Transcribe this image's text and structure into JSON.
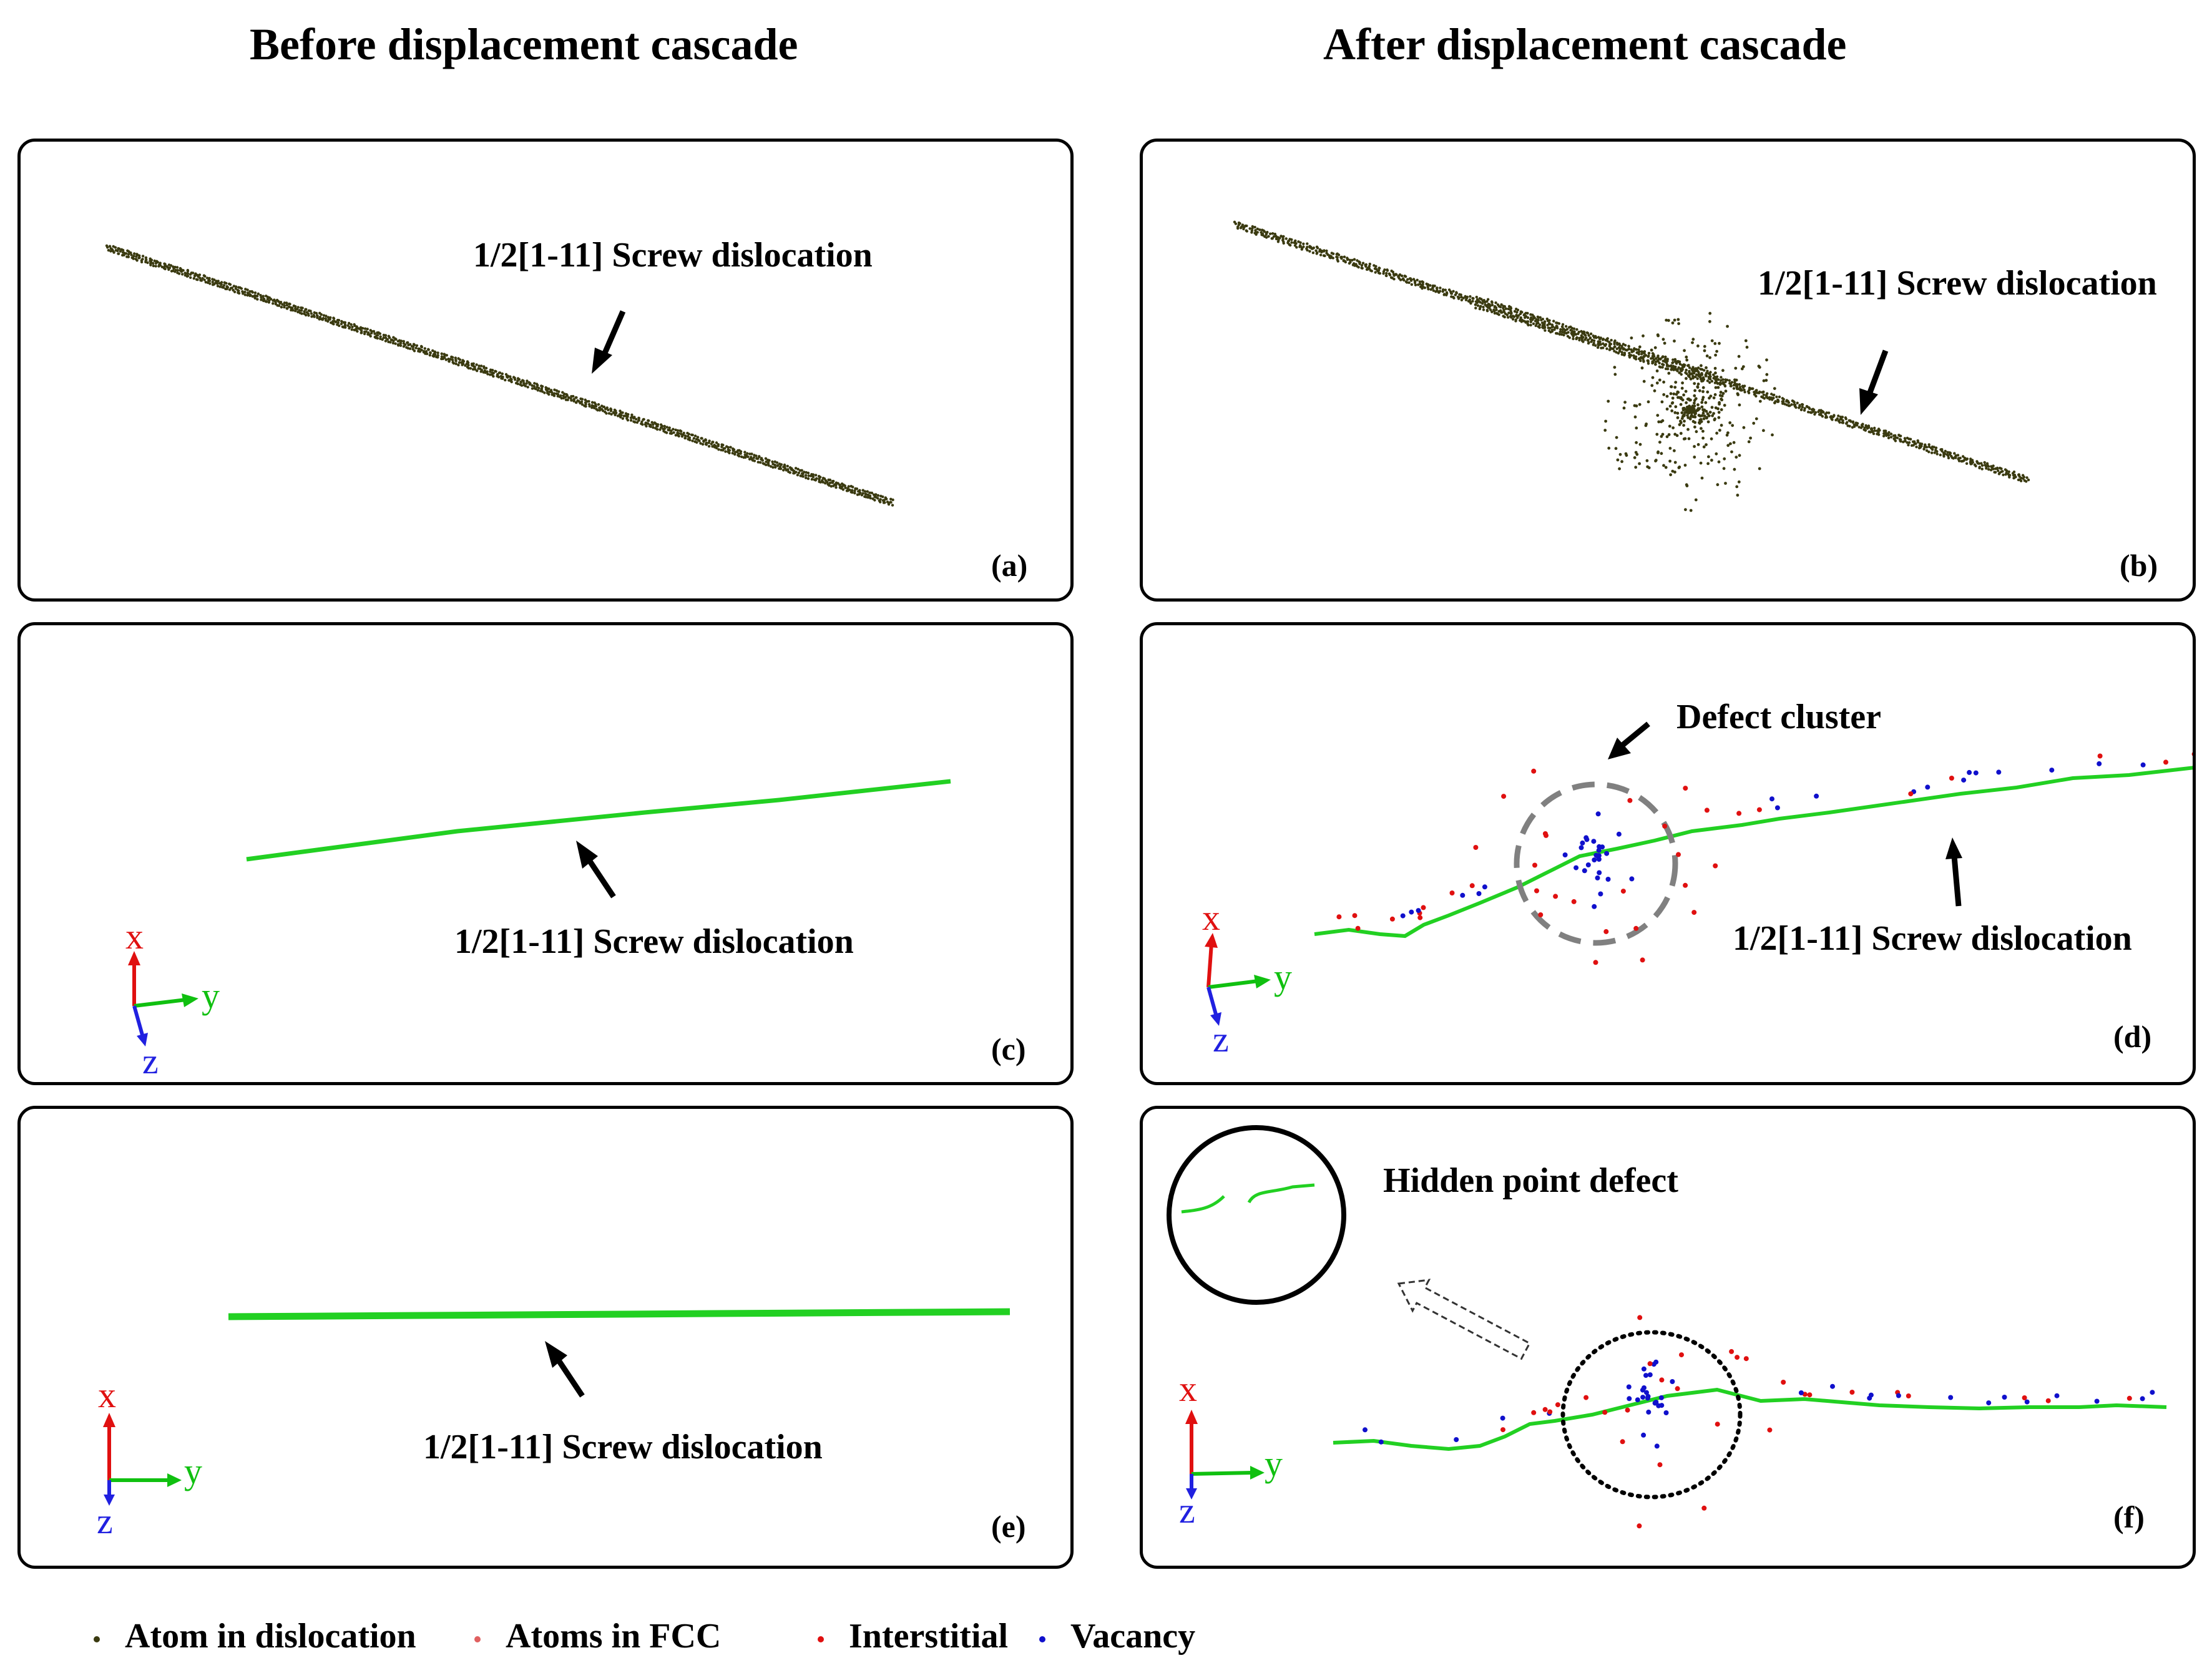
{
  "columns": {
    "left": "Before displacement cascade",
    "right": "After displacement cascade"
  },
  "panels": {
    "a": {
      "label": "(a)",
      "annotation": "1/2[1-11] Screw dislocation"
    },
    "b": {
      "label": "(b)",
      "annotation": "1/2[1-11] Screw dislocation"
    },
    "c": {
      "label": "(c)",
      "annotation": "1/2[1-11] Screw dislocation"
    },
    "d": {
      "label": "(d)",
      "annotation": "1/2[1-11] Screw dislocation",
      "cluster_label": "Defect cluster"
    },
    "e": {
      "label": "(e)",
      "annotation": "1/2[1-11] Screw dislocation"
    },
    "f": {
      "label": "(f)",
      "annotation": "Hidden point defect"
    }
  },
  "axes": {
    "x": "x",
    "y": "y",
    "z": "z"
  },
  "legend": [
    {
      "label": "Atom in dislocation",
      "color": "#3a3a10"
    },
    {
      "label": "Atoms in FCC",
      "color": "#e06060"
    },
    {
      "label": "Interstitial",
      "color": "#e01010"
    },
    {
      "label": "Vacancy",
      "color": "#1010cc"
    }
  ],
  "colors": {
    "dislocation_line": "#22d022",
    "atom": "#3a3a10",
    "interstitial": "#e01010",
    "vacancy": "#1010cc",
    "axis_x": "#e01010",
    "axis_y": "#10c010",
    "axis_z": "#2020e0"
  }
}
